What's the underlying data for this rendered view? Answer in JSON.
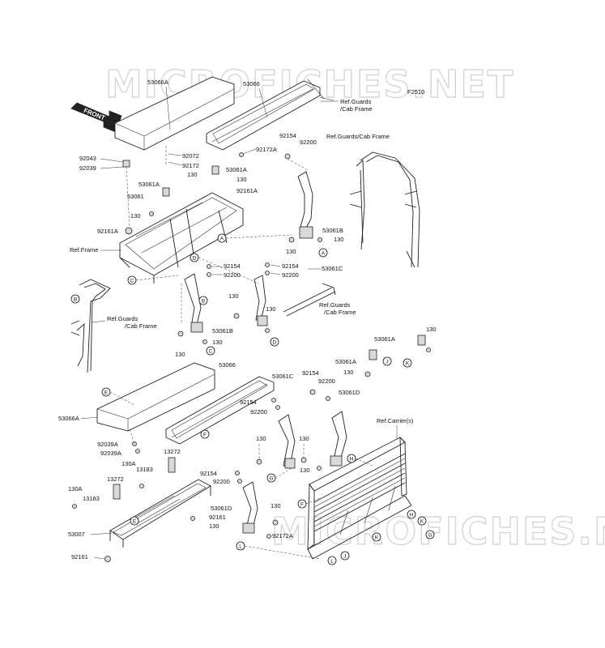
{
  "watermark": "MICROFICHES.NET",
  "figure_code": "F2510",
  "front_label": "FRONT",
  "refs": {
    "guards_cab_frame": [
      "Ref.Guards",
      "/Cab Frame"
    ],
    "guards_cab_frame_inline": "Ref.Guards/Cab Frame",
    "frame": "Ref.Frame",
    "carrier": "Ref.Carrier(s)"
  },
  "parts": {
    "p53066A": "53066A",
    "p53066": "53066",
    "p92043": "92043",
    "p92039": "92039",
    "p92072": "92072",
    "p92172": "92172",
    "p92172A": "92172A",
    "p92154": "92154",
    "p92200": "92200",
    "p53061A": "53061A",
    "p130": "130",
    "p53061": "53061",
    "p92161A": "92161A",
    "p53061B": "53061B",
    "p53061C": "53061C",
    "p53061D": "53061D",
    "p92039A": "92039A",
    "p130A": "130A",
    "p13183": "13183",
    "p13272": "13272",
    "p53007": "53007",
    "p92161": "92161"
  },
  "callouts": [
    "A",
    "B",
    "C",
    "D",
    "E",
    "F",
    "G",
    "H",
    "J",
    "K",
    "L"
  ]
}
